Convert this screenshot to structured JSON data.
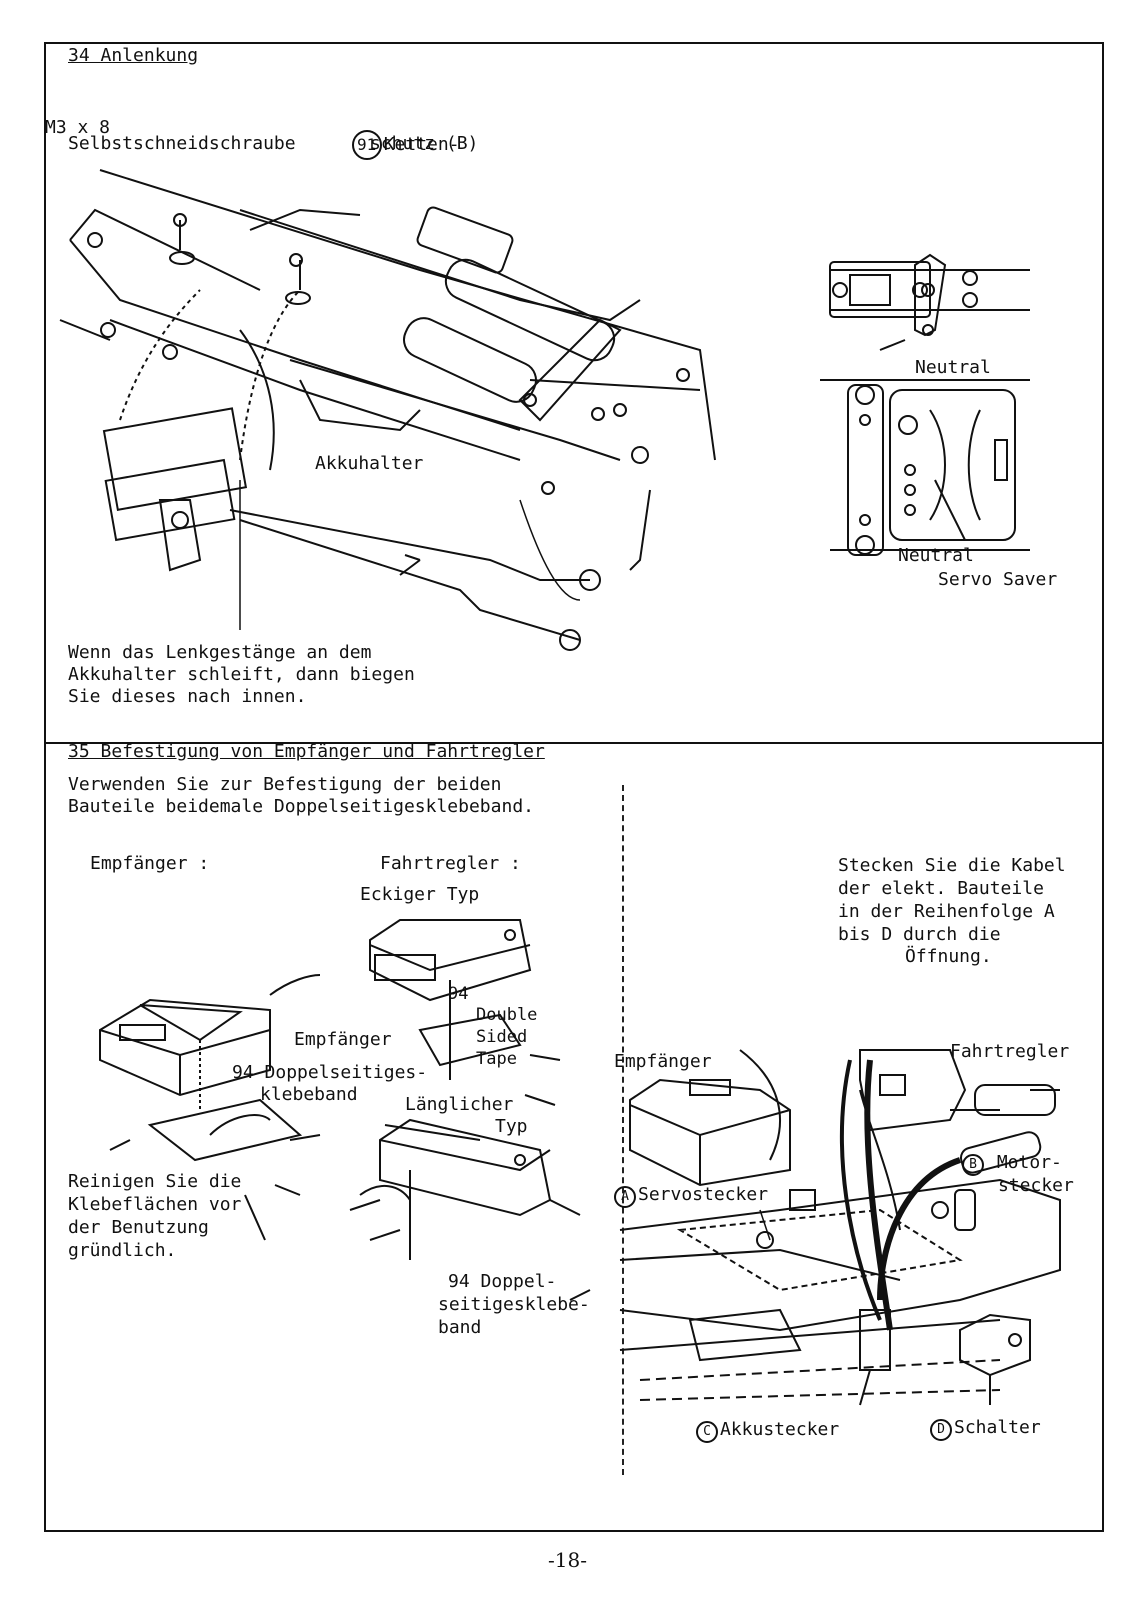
{
  "section34": {
    "title": "34 Anlenkung",
    "screw_label_1": "M3 x 8",
    "screw_label_2": "Selbstschneidschraube",
    "part_number": "91",
    "chain_guard_1": "Ketten-",
    "chain_guard_2": "schutz (B)",
    "battery_holder": "Akkuhalter",
    "neutral_1": "Neutral",
    "neutral_2": "Neutral",
    "servo_saver": "Servo Saver",
    "note_1": "Wenn das Lenkgestänge an dem",
    "note_2": "Akkuhalter schleift, dann biegen",
    "note_3": "Sie dieses nach innen."
  },
  "section35": {
    "title": "35 Befestigung von Empfänger und Fahrtregler",
    "intro_1": "Verwenden Sie zur Befestigung der beiden",
    "intro_2": "Bauteile beidemale Doppelseitigesklebeband.",
    "receiver_heading": "Empfänger :",
    "esc_heading": "Fahrtregler :",
    "square_type": "Eckiger Typ",
    "part_number": "94",
    "double_sided_1": "Double",
    "double_sided_2": "Sided",
    "double_sided_3": "Tape",
    "receiver_label": "Empfänger",
    "tape_label_1": "Doppelseitiges-",
    "tape_label_2": "klebeband",
    "long_type_1": "Länglicher",
    "long_type_2": "Typ",
    "clean_1": "Reinigen Sie die",
    "clean_2": "Klebeflächen vor",
    "clean_3": "der Benutzung",
    "clean_4": "gründlich.",
    "tape2_1": "Doppel-",
    "tape2_2": "seitigesklebe-",
    "tape2_3": "band",
    "plug_note_1": "Stecken Sie die Kabel",
    "plug_note_2": "der elekt. Bauteile",
    "plug_note_3": "in der Reihenfolge A",
    "plug_note_4": "bis D durch die",
    "plug_note_5": "Öffnung.",
    "empf_label": "Empfänger",
    "esc_label": "Fahrtregler",
    "servo_plug_letter": "A",
    "servo_plug": "Servostecker",
    "motor_plug_letter": "B",
    "motor_plug_1": "Motor-",
    "motor_plug_2": "stecker",
    "battery_plug_letter": "C",
    "battery_plug": "Akkustecker",
    "switch_letter": "D",
    "switch": "Schalter"
  },
  "page_number": "-18-"
}
